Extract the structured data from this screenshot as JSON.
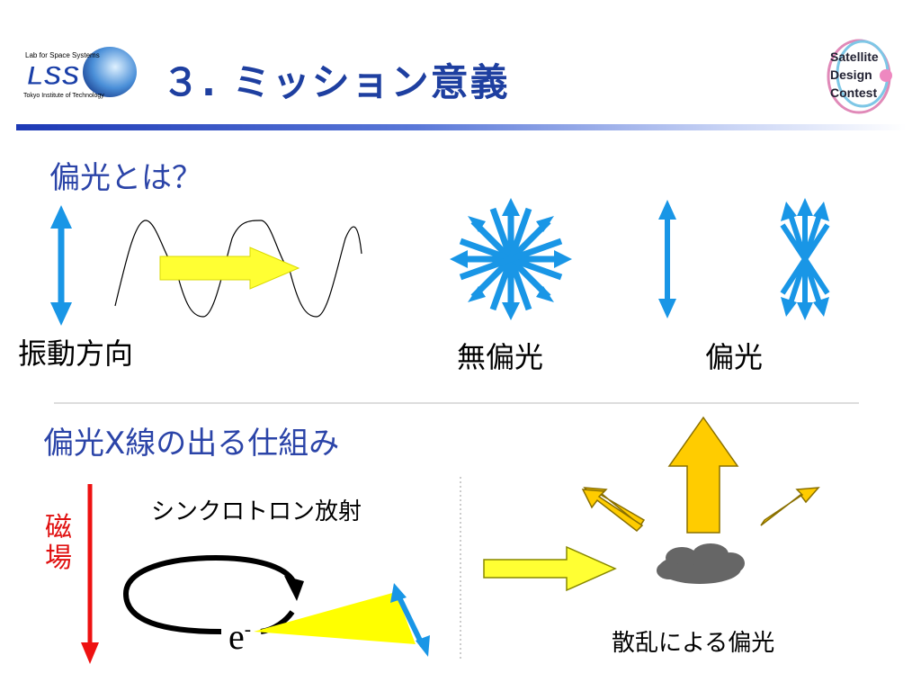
{
  "header": {
    "title": "３. ミッション意義",
    "lss_logo_top": "Lab for Space Systems",
    "lss_logo_main": "LSS",
    "lss_logo_bottom": "Tokyo Institute of Technology",
    "sdc_logo_lines": [
      "Satellite",
      "Design",
      "Contest"
    ]
  },
  "section1": {
    "heading": "偏光とは？",
    "vibration_label": "振動方向",
    "unpolarized_label": "無偏光",
    "polarized_label": "偏光"
  },
  "section2": {
    "heading": "偏光X線の出る仕組み",
    "synchrotron_label": "シンクロトロン放射",
    "magnetic_label_1": "磁",
    "magnetic_label_2": "場",
    "electron_label": "e",
    "electron_sup": "-",
    "scatter_label": "散乱による偏光"
  },
  "colors": {
    "title": "#1e3fa0",
    "blue_arrow": "#1996e6",
    "yellow_arrow": "#ffff33",
    "gold_arrow": "#ffcc00",
    "red": "#ee1111",
    "cloud": "#666666"
  }
}
